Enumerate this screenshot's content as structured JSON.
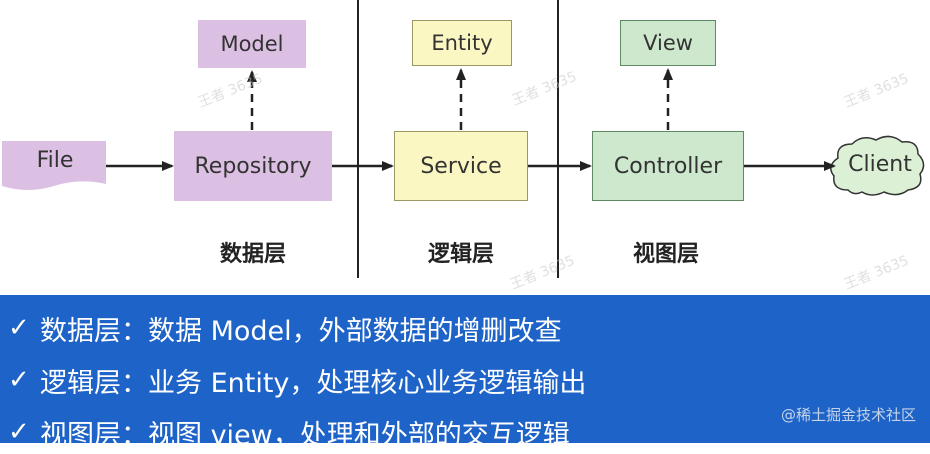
{
  "diagram": {
    "inputs": {
      "file": "File"
    },
    "outputs": {
      "client": "Client"
    },
    "boxes": {
      "model": "Model",
      "entity": "Entity",
      "view": "View",
      "repository": "Repository",
      "service": "Service",
      "controller": "Controller"
    },
    "layers": {
      "data": "数据层",
      "logic": "逻辑层",
      "view": "视图层"
    },
    "colors": {
      "data_layer": "#dcc0e3",
      "logic_layer": "#fbf7c3",
      "view_layer": "#cde8cd",
      "cloud": "#dbf0d5",
      "band": "#1e63c8"
    },
    "watermark": "王者 3635"
  },
  "bullets": [
    {
      "text": "数据层：数据 Model，外部数据的增删改查"
    },
    {
      "text": "逻辑层：业务 Entity，处理核心业务逻辑输出"
    },
    {
      "text": "视图层：视图 view，处理和外部的交互逻辑"
    }
  ],
  "credit": "@稀土掘金技术社区"
}
